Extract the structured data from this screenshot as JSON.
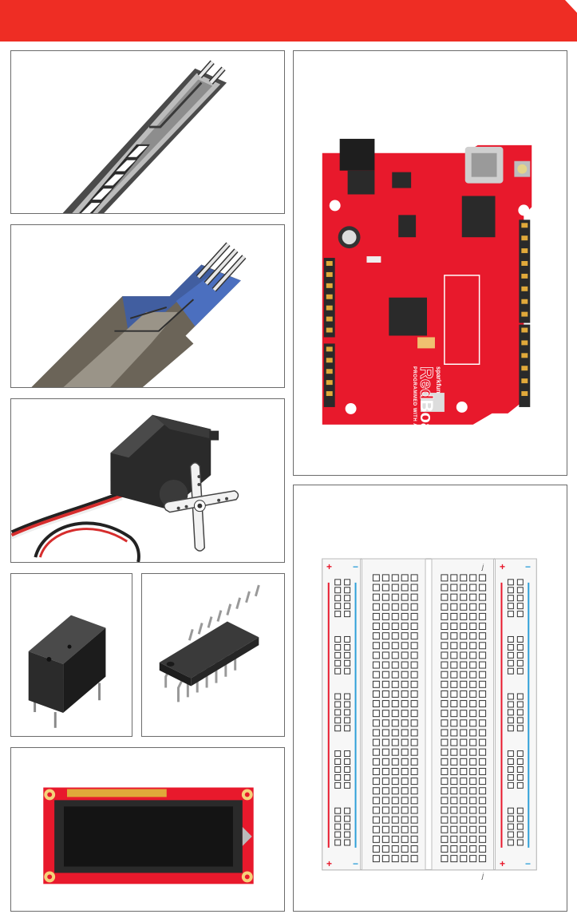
{
  "banner": {
    "title": "",
    "color": "#ee2d24"
  },
  "panels": {
    "flex_sensor": {
      "icon": "flex-sensor-icon"
    },
    "force_sensor": {
      "icon": "force-sensitive-resistor-icon"
    },
    "servo": {
      "icon": "servo-motor-icon"
    },
    "relay": {
      "icon": "relay-icon"
    },
    "shift_register": {
      "icon": "dip-ic-chip-icon"
    },
    "lcd": {
      "icon": "lcd-display-icon"
    },
    "redboard": {
      "icon": "redboard-icon",
      "brand": "sparkfun",
      "name_red": "Red",
      "name_board": "Board",
      "tagline": "PROGRAMMED WITH ARDUINO"
    },
    "breadboard": {
      "icon": "breadboard-icon",
      "plus": "+",
      "minus": "−",
      "row_label_top": "j",
      "row_label_bottom": "j"
    }
  },
  "colors": {
    "accent": "#ee2d24",
    "board_red": "#e8192c",
    "rail_blue": "#2e9fd8"
  }
}
